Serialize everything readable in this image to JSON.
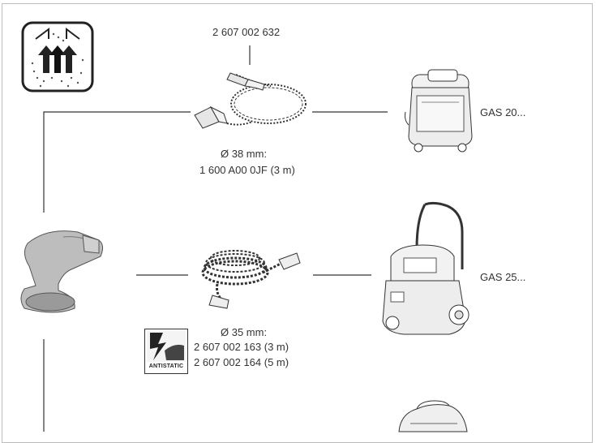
{
  "top_hose": {
    "part_number": "2 607 002 632",
    "diameter": "Ø 38 mm:",
    "hose_part": "1 600 A00 0JF (3 m)"
  },
  "middle_hose": {
    "diameter": "Ø 35 mm:",
    "part_1": "2 607 002 163 (3 m)",
    "part_2": "2 607 002 164 (5 m)",
    "antistatic_label": "ANTISTATIC"
  },
  "vacuums": {
    "top_label": "GAS 20...",
    "middle_label": "GAS 25..."
  },
  "icons": {
    "dust_extraction": "dust-extraction-icon",
    "antistatic": "antistatic-icon"
  }
}
